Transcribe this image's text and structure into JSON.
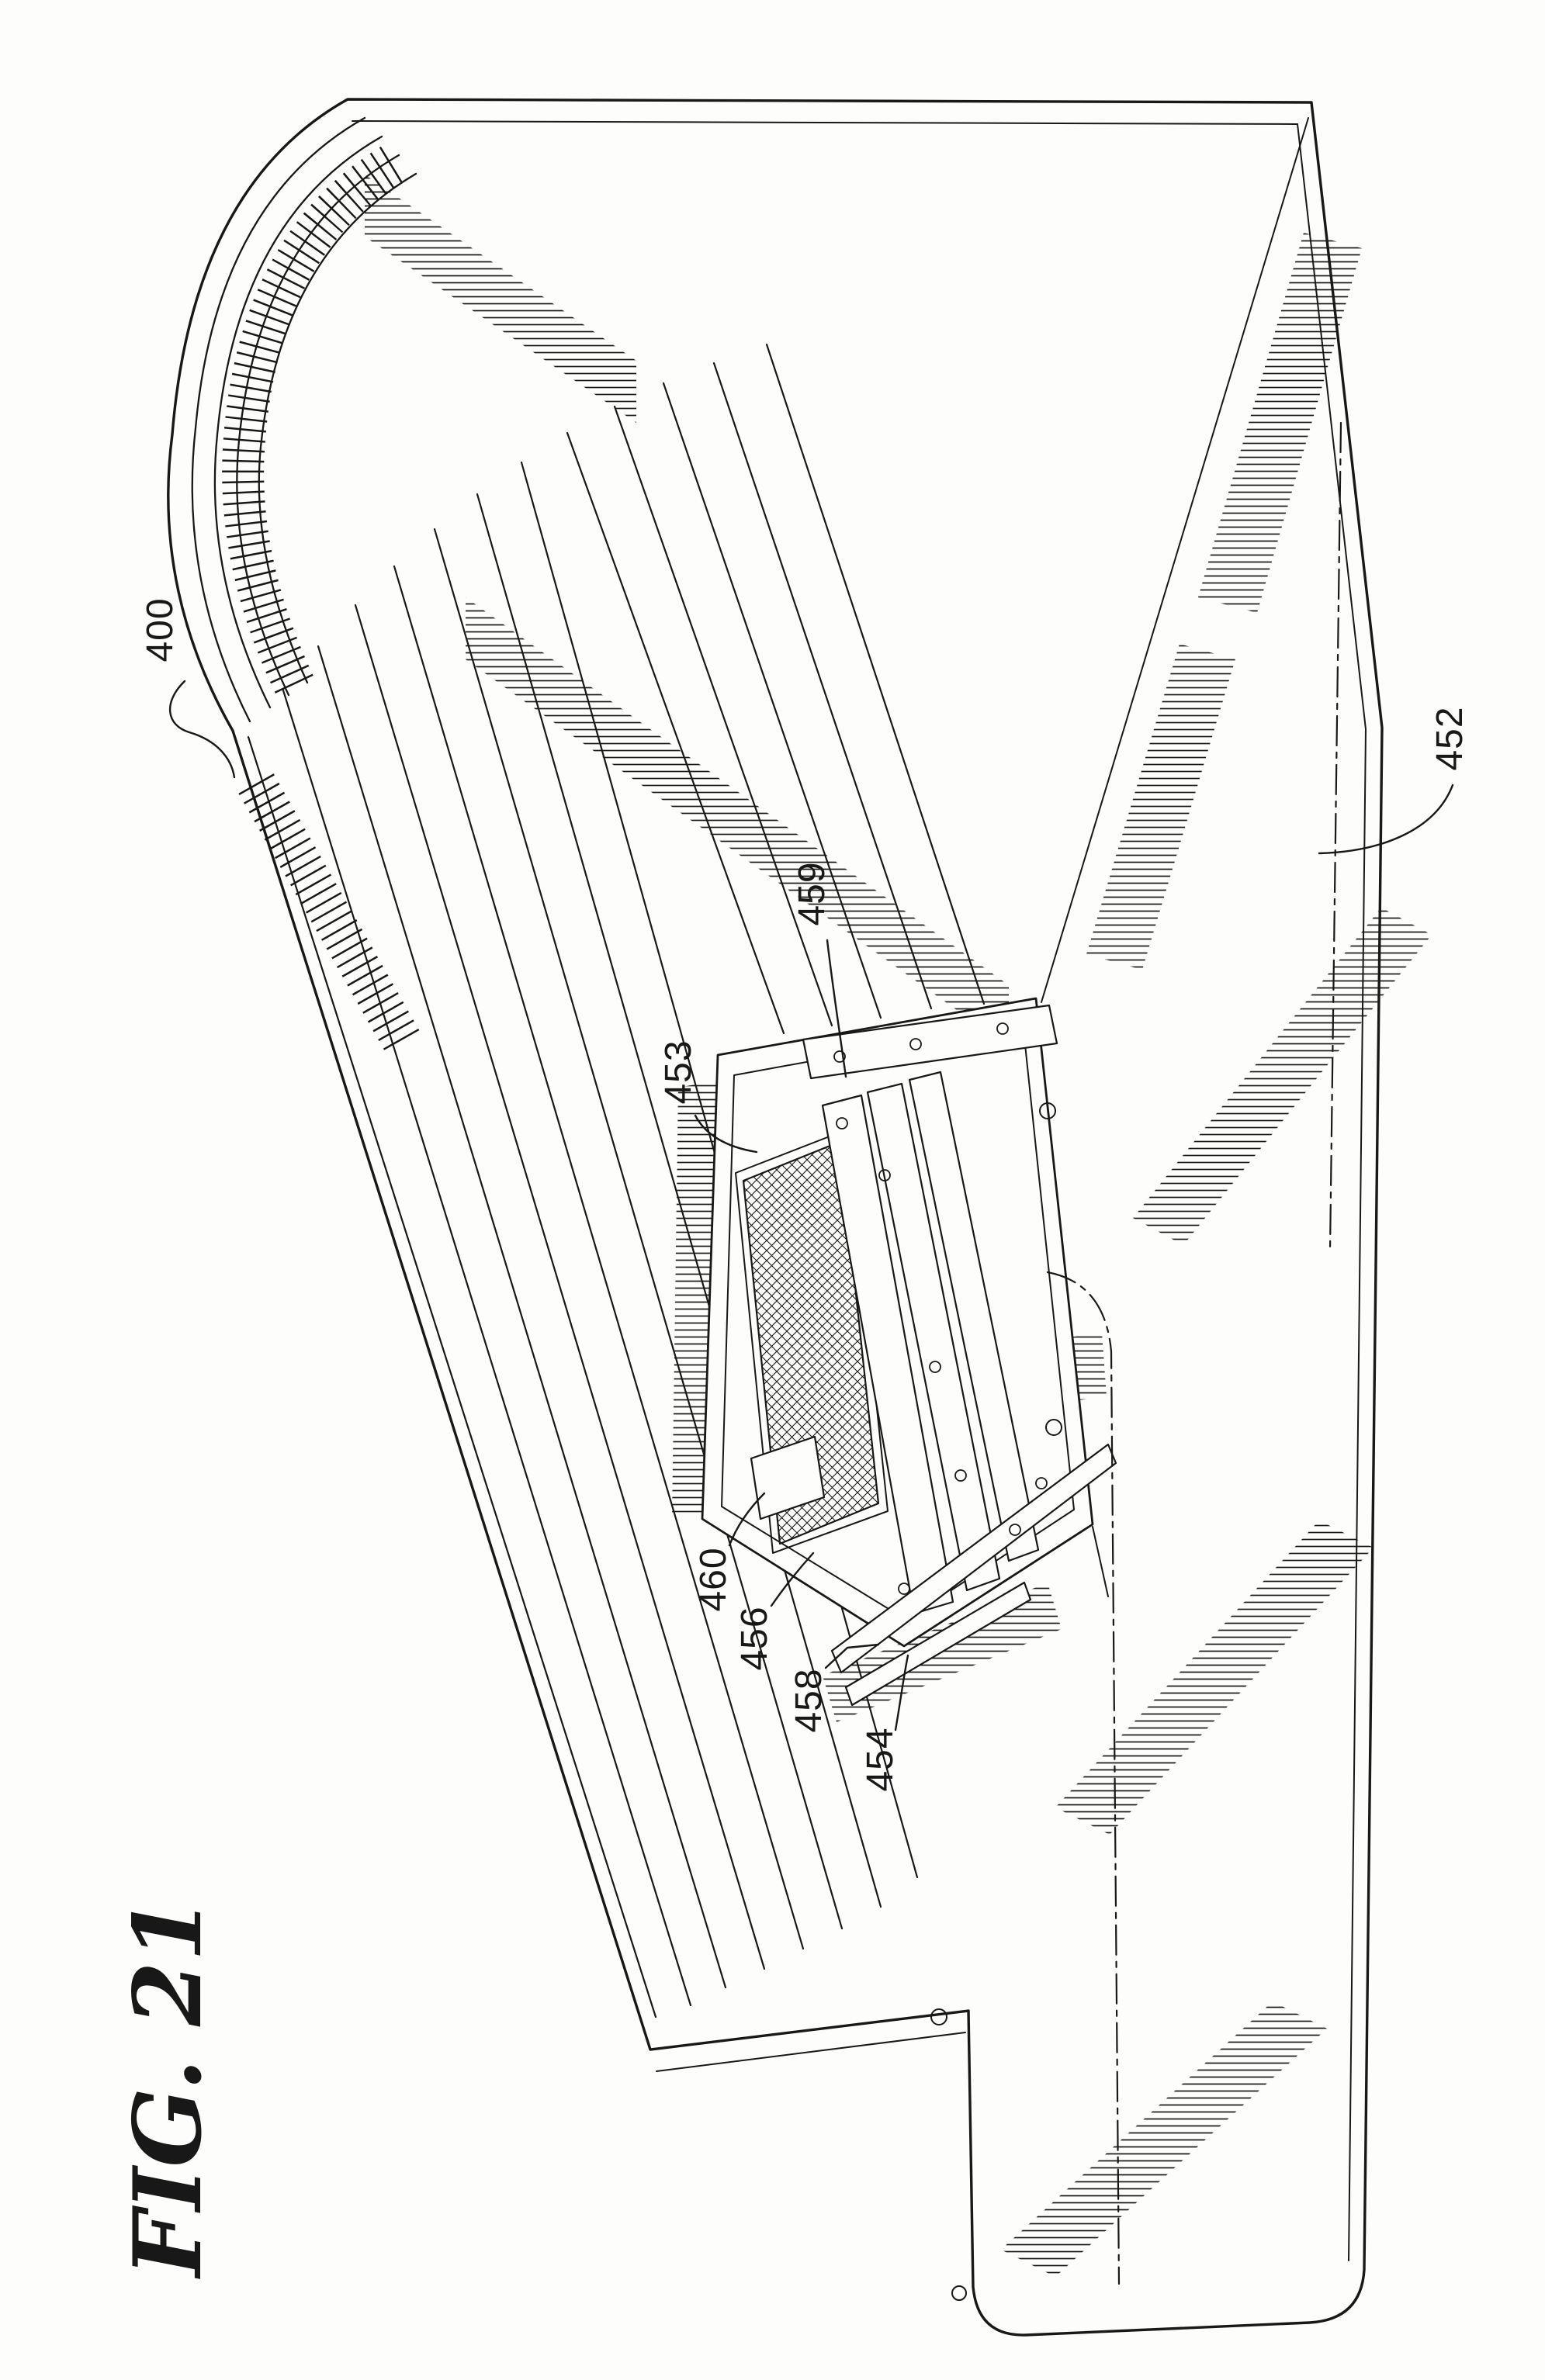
{
  "figure": {
    "caption": "FIG. 21"
  },
  "reference_numerals": [
    {
      "value": "400"
    },
    {
      "value": "452"
    },
    {
      "value": "459"
    },
    {
      "value": "453"
    },
    {
      "value": "460"
    },
    {
      "value": "456"
    },
    {
      "value": "458"
    },
    {
      "value": "454"
    }
  ],
  "colors": {
    "ink": "#181818",
    "paper": "#fdfdfc"
  }
}
